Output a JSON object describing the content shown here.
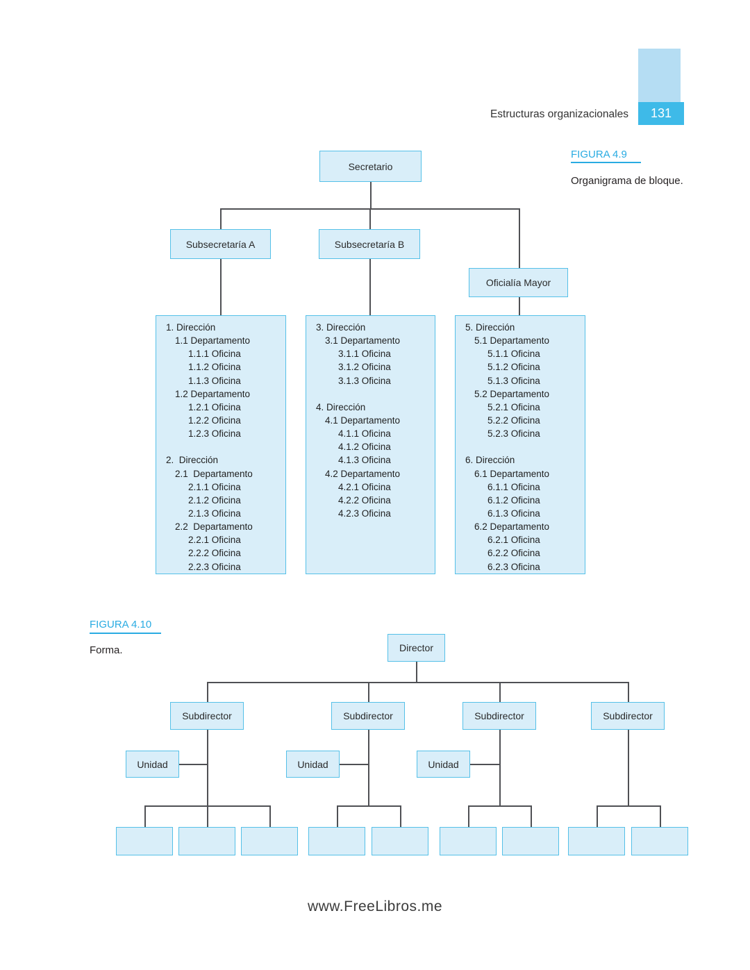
{
  "header": {
    "running_head": "Estructuras organizacionales",
    "page_number": "131"
  },
  "colors": {
    "accent_cyan": "#29abe2",
    "box_fill": "#d9eef9",
    "box_border": "#54c0e8",
    "connector_gray": "#4f5054",
    "tab_light": "#b5ddf3",
    "tab_dark": "#3ebae8"
  },
  "fig9": {
    "label": "FIGURA 4.9",
    "caption": "Organigrama de bloque.",
    "nodes": {
      "secretario": "Secretario",
      "subsecretaria_a": "Subsecretaría A",
      "subsecretaria_b": "Subsecretaría B",
      "oficialia_mayor": "Oficialía Mayor"
    },
    "blocks": [
      {
        "lines": [
          {
            "t": "1. Dirección",
            "i": 0
          },
          {
            "t": "1.1 Departamento",
            "i": 1
          },
          {
            "t": "1.1.1 Oficina",
            "i": 2
          },
          {
            "t": "1.1.2 Oficina",
            "i": 2
          },
          {
            "t": "1.1.3 Oficina",
            "i": 2
          },
          {
            "t": "1.2 Departamento",
            "i": 1
          },
          {
            "t": "1.2.1 Oficina",
            "i": 2
          },
          {
            "t": "1.2.2 Oficina",
            "i": 2
          },
          {
            "t": "1.2.3 Oficina",
            "i": 2
          },
          {
            "t": "",
            "i": 0
          },
          {
            "t": "2.  Dirección",
            "i": 0
          },
          {
            "t": "2.1  Departamento",
            "i": 1
          },
          {
            "t": "2.1.1 Oficina",
            "i": 2
          },
          {
            "t": "2.1.2 Oficina",
            "i": 2
          },
          {
            "t": "2.1.3 Oficina",
            "i": 2
          },
          {
            "t": "2.2  Departamento",
            "i": 1
          },
          {
            "t": "2.2.1 Oficina",
            "i": 2
          },
          {
            "t": "2.2.2 Oficina",
            "i": 2
          },
          {
            "t": "2.2.3 Oficina",
            "i": 2
          }
        ]
      },
      {
        "lines": [
          {
            "t": "3. Dirección",
            "i": 0
          },
          {
            "t": "3.1 Departamento",
            "i": 1
          },
          {
            "t": "3.1.1 Oficina",
            "i": 2
          },
          {
            "t": "3.1.2 Oficina",
            "i": 2
          },
          {
            "t": "3.1.3 Oficina",
            "i": 2
          },
          {
            "t": "",
            "i": 0
          },
          {
            "t": "4. Dirección",
            "i": 0
          },
          {
            "t": "4.1 Departamento",
            "i": 1
          },
          {
            "t": "4.1.1 Oficina",
            "i": 2
          },
          {
            "t": "4.1.2 Oficina",
            "i": 2
          },
          {
            "t": "4.1.3 Oficina",
            "i": 2
          },
          {
            "t": "4.2 Departamento",
            "i": 1
          },
          {
            "t": "4.2.1 Oficina",
            "i": 2
          },
          {
            "t": "4.2.2 Oficina",
            "i": 2
          },
          {
            "t": "4.2.3 Oficina",
            "i": 2
          }
        ]
      },
      {
        "lines": [
          {
            "t": "5. Dirección",
            "i": 0
          },
          {
            "t": "5.1 Departamento",
            "i": 1
          },
          {
            "t": "5.1.1 Oficina",
            "i": 2
          },
          {
            "t": "5.1.2 Oficina",
            "i": 2
          },
          {
            "t": "5.1.3 Oficina",
            "i": 2
          },
          {
            "t": "5.2 Departamento",
            "i": 1
          },
          {
            "t": "5.2.1 Oficina",
            "i": 2
          },
          {
            "t": "5.2.2 Oficina",
            "i": 2
          },
          {
            "t": "5.2.3 Oficina",
            "i": 2
          },
          {
            "t": "",
            "i": 0
          },
          {
            "t": "6. Dirección",
            "i": 0
          },
          {
            "t": "6.1 Departamento",
            "i": 1
          },
          {
            "t": "6.1.1 Oficina",
            "i": 2
          },
          {
            "t": "6.1.2 Oficina",
            "i": 2
          },
          {
            "t": "6.1.3 Oficina",
            "i": 2
          },
          {
            "t": "6.2 Departamento",
            "i": 1
          },
          {
            "t": "6.2.1 Oficina",
            "i": 2
          },
          {
            "t": "6.2.2 Oficina",
            "i": 2
          },
          {
            "t": "6.2.3 Oficina",
            "i": 2
          }
        ]
      }
    ]
  },
  "fig10": {
    "label": "FIGURA 4.10",
    "caption": "Forma.",
    "nodes": {
      "director": "Director",
      "subdirector": "Subdirector",
      "unidad": "Unidad"
    }
  },
  "footer": {
    "url": "www.FreeLibros.me"
  }
}
